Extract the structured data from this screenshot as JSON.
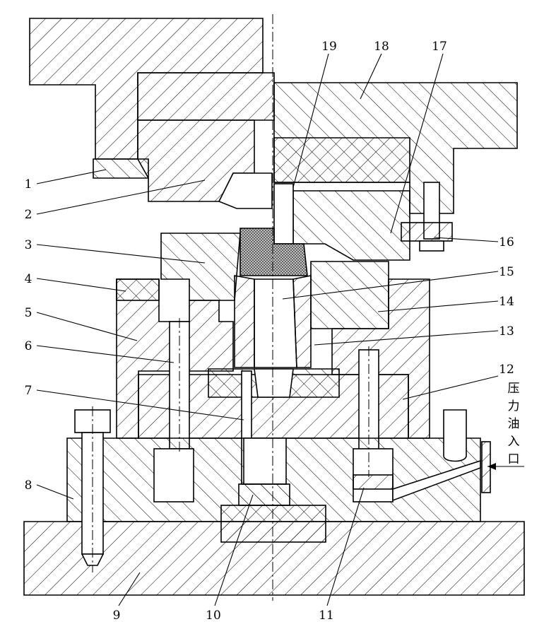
{
  "part_labels": [
    "1",
    "2",
    "3",
    "4",
    "5",
    "6",
    "7",
    "8",
    "9",
    "10",
    "11",
    "12",
    "13",
    "14",
    "15",
    "16",
    "17",
    "18",
    "19"
  ],
  "oil_inlet_chars": [
    "压",
    "力",
    "油",
    "入",
    "口"
  ]
}
